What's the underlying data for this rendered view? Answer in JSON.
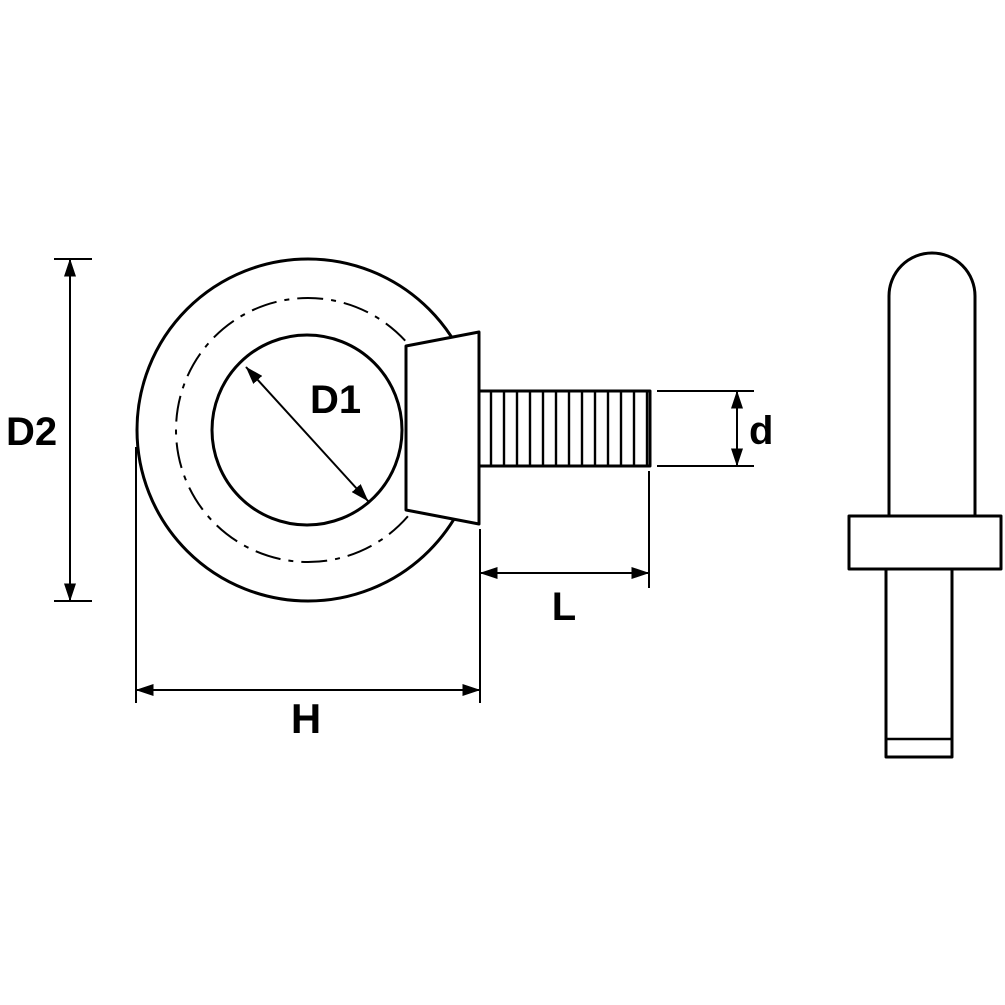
{
  "colors": {
    "ink": "#000000",
    "paper": "#ffffff"
  },
  "drawing": {
    "dimension_labels": {
      "D2": "D2",
      "D1": "D1",
      "d": "d",
      "L": "L",
      "H": "H"
    }
  }
}
